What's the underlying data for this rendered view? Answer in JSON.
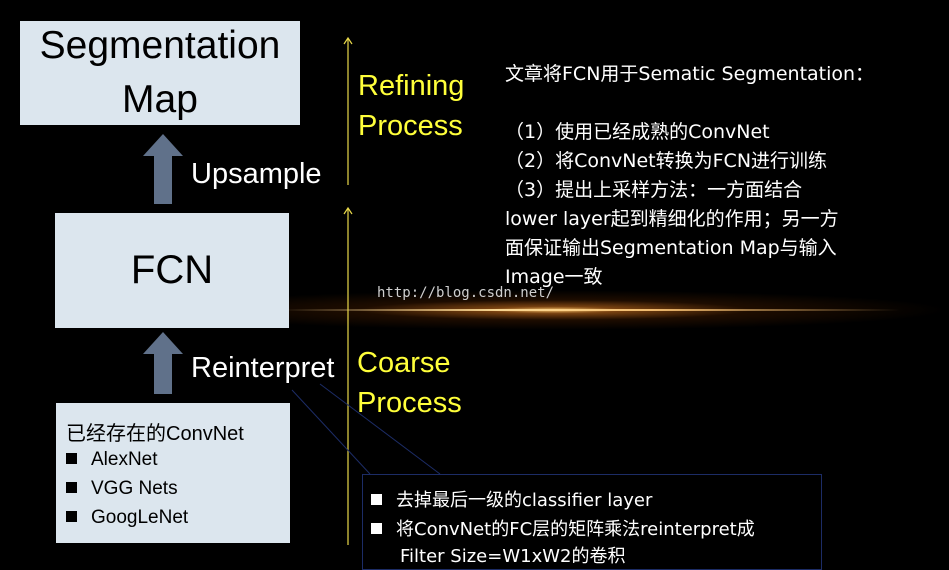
{
  "boxes": {
    "segmentation_map": [
      "Segmentation",
      "Map"
    ],
    "fcn": "FCN",
    "convnet": {
      "title": "已经存在的ConvNet",
      "items": [
        "AlexNet",
        "VGG Nets",
        "GoogLeNet"
      ]
    }
  },
  "labels": {
    "upsample": "Upsample",
    "reinterpret": "Reinterpret",
    "refining_process": [
      "Refining",
      "Process"
    ],
    "coarse_process": [
      "Coarse",
      "Process"
    ]
  },
  "notes": [
    "文章将FCN用于Sematic Segmentation：",
    "",
    "（1）使用已经成熟的ConvNet",
    "（2）将ConvNet转换为FCN进行训练",
    "（3）提出上采样方法：一方面结合",
    "lower layer起到精细化的作用；另一方",
    "面保证输出Segmentation Map与输入",
    "Image一致"
  ],
  "callout": [
    "去掉最后一级的classifier layer",
    "将ConvNet的FC层的矩阵乘法reinterpret成",
    "Filter Size=W1xW2的卷积"
  ],
  "watermark": "http://blog.csdn.net/",
  "colors": {
    "background": "#000000",
    "box_fill": "#dce6ee",
    "arrow_fill": "#60718a",
    "process_text": "#ffff3a",
    "process_arrow": "#e8d84a",
    "callout_border": "#1c2c66"
  }
}
